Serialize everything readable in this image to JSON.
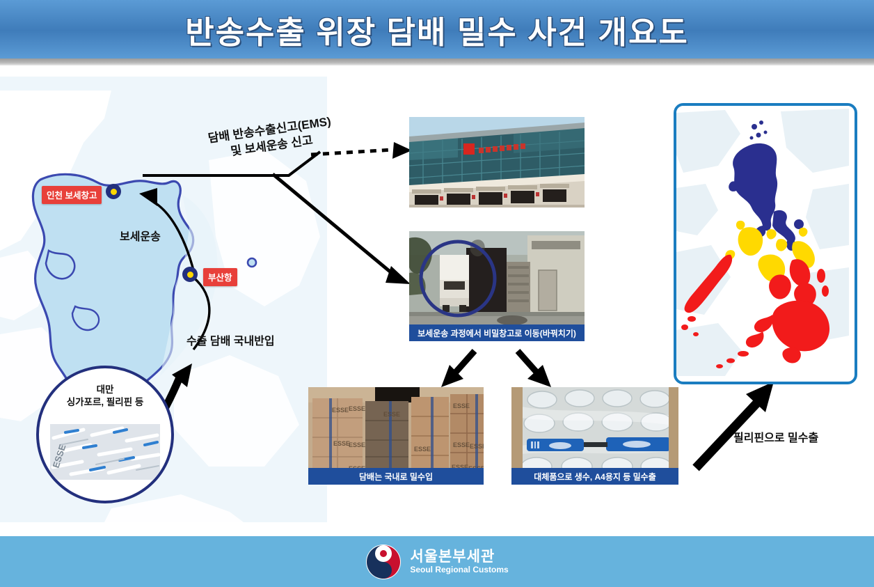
{
  "header": {
    "title": "반송수출 위장 담배 밀수 사건 개요도"
  },
  "map": {
    "inbound_warehouse_label": "인천 보세창고",
    "bonded_transport_label": "보세운송",
    "busan_port_label": "부산항",
    "domestic_import_label": "수출 담배 국내반입",
    "origin_line1": "대만",
    "origin_line2": "싱가포르, 필리핀 등"
  },
  "annotations": {
    "ems_declaration_line1": "담배 반송수출신고(EMS)",
    "ems_declaration_line2": "및 보세운송 신고",
    "smuggle_to_philippines": "필리핀으로 밀수출"
  },
  "photos": {
    "customs_building": {
      "caption": ""
    },
    "truck_secret_warehouse": {
      "caption": "보세운송 과정에서 비밀창고로 이동(바꿔치기)"
    },
    "cigarette_boxes": {
      "caption": "담배는 국내로 밀수입"
    },
    "water_bottles": {
      "caption": "대체품으로 생수, A4용지 등 밀수출"
    }
  },
  "philippines_panel": {
    "regions": [
      {
        "name": "luzon",
        "color": "#2a2f8f"
      },
      {
        "name": "visayas",
        "color": "#ffd900"
      },
      {
        "name": "mindanao",
        "color": "#f21b1b"
      }
    ]
  },
  "footer": {
    "org_kr": "서울본부세관",
    "org_en": "Seoul Regional Customs",
    "logo_icon": "taegeuk-icon"
  },
  "colors": {
    "header_blue": "#3f7cba",
    "footer_blue": "#66b3dd",
    "badge_red": "#e8403a",
    "caption_blue": "#1f4e9c",
    "marker_navy": "#23307d",
    "sea_blue": "#bfe0f2"
  }
}
